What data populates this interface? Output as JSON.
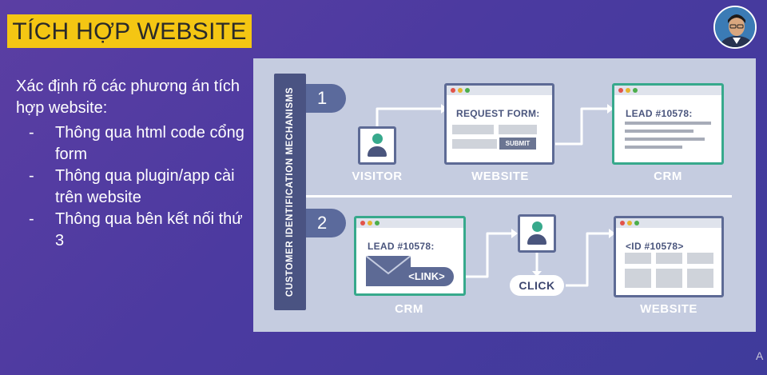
{
  "slide": {
    "title": "TÍCH HỢP WEBSITE",
    "intro": "Xác định rõ các phương án tích hợp website:",
    "bullets": [
      "Thông qua html code cổng form",
      "Thông qua plugin/app cài trên website",
      "Thông qua bên kết nối thứ 3"
    ],
    "bullet_marker": "-",
    "watermark": "A"
  },
  "diagram": {
    "side_label": "CUSTOMER IDENTIFICATION MECHANISMS",
    "row1": {
      "number": "1",
      "visitor_caption": "VISITOR",
      "website_caption": "WEBSITE",
      "crm_caption": "CRM",
      "form_heading": "REQUEST FORM:",
      "submit_label": "SUBMIT",
      "crm_heading": "LEAD #10578:"
    },
    "row2": {
      "number": "2",
      "crm_caption": "CRM",
      "website_caption": "WEBSITE",
      "crm_heading": "LEAD #10578:",
      "link_label": "<LINK>",
      "click_label": "CLICK",
      "website_heading": "<ID #10578>"
    },
    "colors": {
      "accent_green": "#37a98c",
      "navy": "#4a557d",
      "title_bg": "#f4c613"
    }
  }
}
